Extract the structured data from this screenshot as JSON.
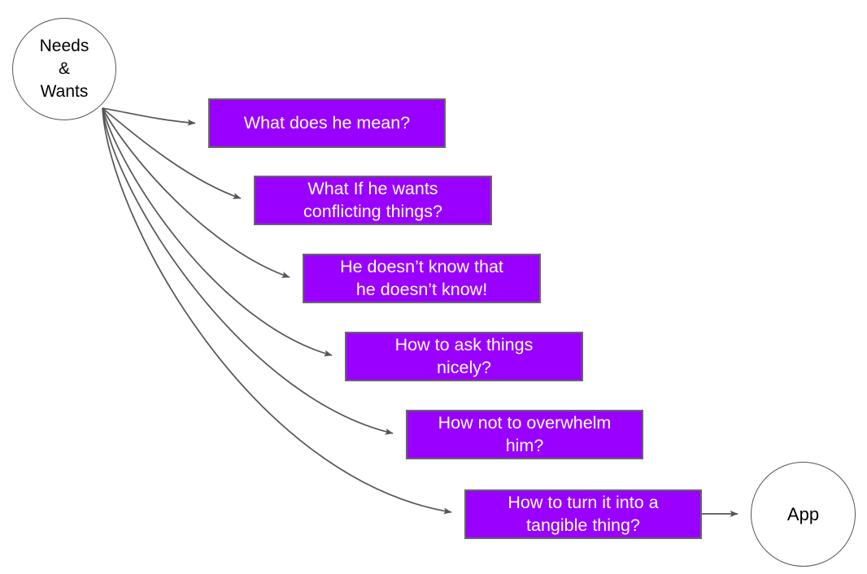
{
  "diagram": {
    "title": "Needs and Wants question flow",
    "background_color": "#ffffff",
    "node_fill_color": "#9900ff",
    "node_border_color": "#666666",
    "node_text_color": "#ffffff",
    "edge_color": "#555555",
    "circle_text_color": "#000000",
    "source": {
      "label": "Needs\n&\nWants",
      "shape": "circle"
    },
    "target": {
      "label": "App",
      "shape": "circle"
    },
    "questions": [
      {
        "label": "What does he mean?"
      },
      {
        "label": "What If he wants\nconflicting things?"
      },
      {
        "label": "He doesn’t know that\nhe doesn’t know!"
      },
      {
        "label": "How to ask things\nnicely?"
      },
      {
        "label": "How not to overwhelm\nhim?"
      },
      {
        "label": "How to turn it into a\ntangible thing?"
      }
    ]
  }
}
